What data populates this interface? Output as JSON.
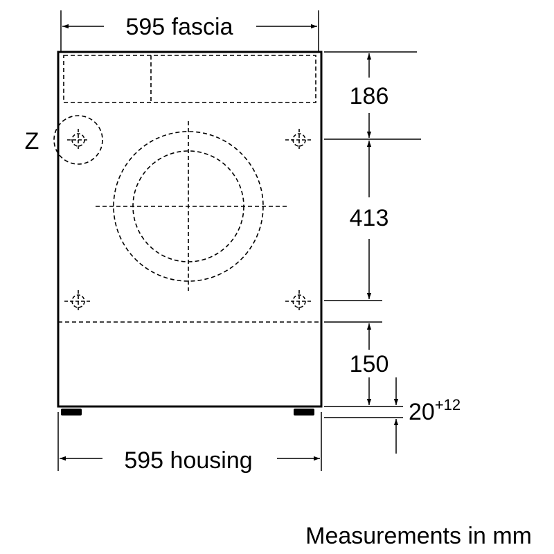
{
  "dimensions": {
    "top_width_value": "595",
    "top_width_label": "fascia",
    "bottom_width_value": "595",
    "bottom_width_label": "housing",
    "top_panel_height": "186",
    "drum_section_height": "413",
    "bottom_section_height": "150",
    "foot_adjust_base": "20",
    "foot_adjust_superscript": "+12"
  },
  "detail_label": "Z",
  "footer_note": "Measurements in mm",
  "colors": {
    "line": "#000000",
    "background": "#ffffff"
  }
}
